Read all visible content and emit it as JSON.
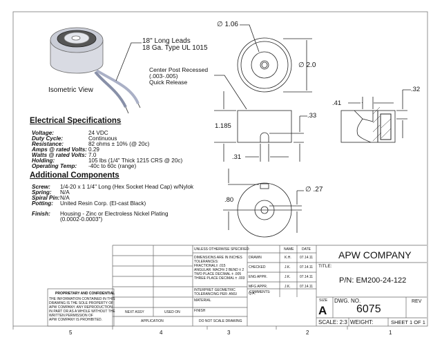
{
  "isometric": {
    "caption": "Isometric View",
    "leads_line1": "18\" Long Leads",
    "leads_line2": "18 Ga. Type UL 1015"
  },
  "callout": {
    "line1": "Center Post Recessed",
    "line2": "(.003-.005)",
    "line3": "Quick Release"
  },
  "dimensions": {
    "d106": "∅ 1.06",
    "d20": "∅ 2.0",
    "h1185": "1.185",
    "d33": ".33",
    "d31": ".31",
    "d80": ".80",
    "d27": "∅ .27",
    "d41": ".41",
    "d32": ".32"
  },
  "electrical": {
    "title": "Electrical Specifications",
    "rows": [
      {
        "label": "Voltage:",
        "value": "24 VDC"
      },
      {
        "label": "Duty Cycle:",
        "value": "Continuous"
      },
      {
        "label": "Resistance:",
        "value": "82 ohms ± 10% (@ 20c)"
      },
      {
        "label": "Amps @ rated Volts:",
        "value": "0.29"
      },
      {
        "label": "Watts @ rated Volts:",
        "value": "7.0"
      },
      {
        "label": "Holding:",
        "value": "105 lbs (1/4\" Thick 1215 CRS @ 20c)"
      },
      {
        "label": "Operating Temp:",
        "value": "-40c to 60c (range)"
      }
    ]
  },
  "components": {
    "title": "Additional Components",
    "rows": [
      {
        "label": "Screw:",
        "value": "1/4-20 x 1 1/4\" Long (Hex Socket Head Cap) w/Nylok"
      },
      {
        "label": "Spring:",
        "value": "N/A"
      },
      {
        "label": "Spiral Pin:",
        "value": "N/A"
      },
      {
        "label": "Potting:",
        "value": "United Resin Corp. (El-cast Black)"
      }
    ],
    "finish_label": "Finish:",
    "finish_line1": "Housing - Zinc or Electroless Nickel Plating",
    "finish_line2": "(0.0002-0.0003\")"
  },
  "proprietary": {
    "title": "PROPRIETARY AND CONFIDENTIAL",
    "lines": [
      "THE INFORMATION CONTAINED IN THIS",
      "DRAWING IS THE SOLE PROPERTY OF",
      "APW COMPANY.  ANY REPRODUCTION",
      "IN PART OR AS A WHOLE WITHOUT THE",
      "WRITTEN PERMISSION OF",
      "APW COMPANY IS PROHIBITED."
    ]
  },
  "title_block": {
    "next_assy": "NEXT ASSY",
    "used_on": "USED ON",
    "application": "APPLICATION",
    "unless": "UNLESS OTHERWISE SPECIFIED:",
    "tolerances": [
      "DIMENSIONS ARE IN INCHES",
      "TOLERANCES:",
      "FRACTIONAL± .015",
      "ANGULAR: MACH± 2   BEND ± 2",
      "TWO PLACE DECIMAL    ± .005",
      "THREE PLACE DECIMAL  ± .003"
    ],
    "interpret": [
      "INTERPRET GEOMETRIC",
      "TOLERANCING PER: ANSI"
    ],
    "material": "MATERIAL",
    "finish": "FINISH",
    "do_not_scale": "DO NOT SCALE DRAWING",
    "name_header": "NAME",
    "date_header": "DATE",
    "approvals": [
      {
        "role": "DRAWN",
        "name": "K.H.",
        "date": "07.14.11"
      },
      {
        "role": "CHECKED",
        "name": "J.K.",
        "date": "07.14.11"
      },
      {
        "role": "ENG APPR.",
        "name": "J.K.",
        "date": "07.14.11"
      },
      {
        "role": "MFG APPR.",
        "name": "J.K.",
        "date": "07.14.11"
      },
      {
        "role": "Q.A.",
        "name": "",
        "date": ""
      }
    ],
    "comments": "COMMENTS:",
    "company": "APW COMPANY",
    "title_label": "TITLE:",
    "part_number": "P/N: EM200-24-122",
    "size_label": "SIZE",
    "size": "A",
    "dwg_no_label": "DWG.  NO.",
    "dwg_no": "6075",
    "rev_label": "REV",
    "scale": "SCALE: 2:3",
    "weight": "WEIGHT:",
    "sheet": "SHEET 1 OF 1"
  },
  "zones": [
    "5",
    "4",
    "3",
    "2",
    "1"
  ]
}
